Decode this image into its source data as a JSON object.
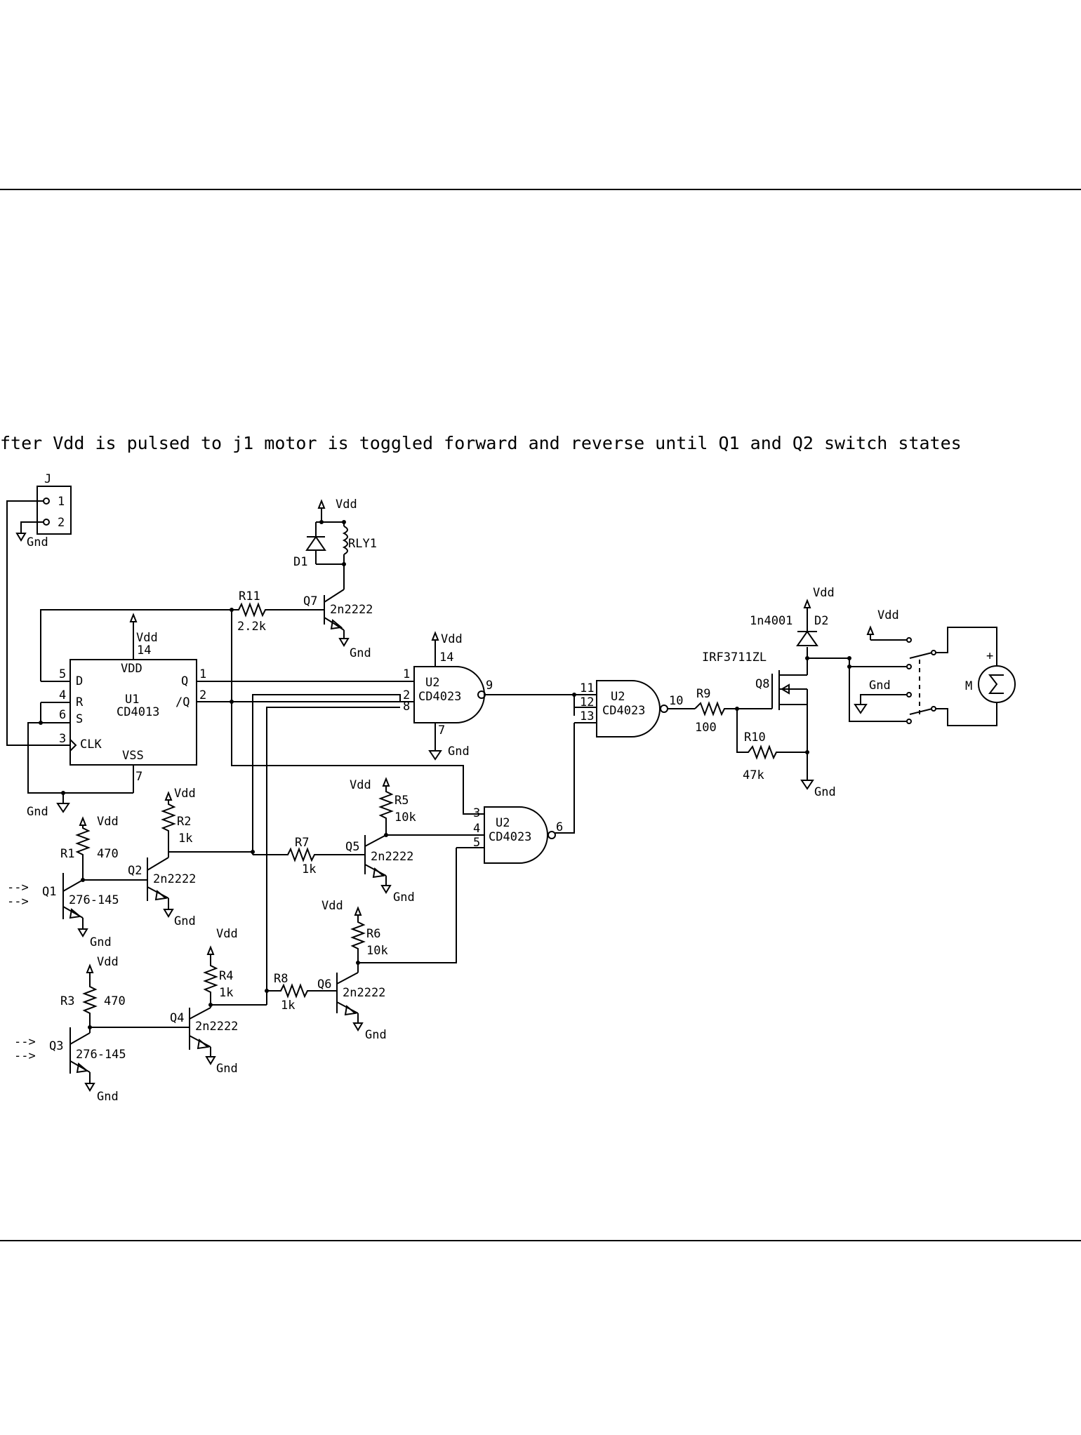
{
  "caption": "fter Vdd is pulsed to j1 motor is toggled forward and reverse until Q1 and Q2 switch states",
  "labels": {
    "vdd": "Vdd",
    "gnd": "Gnd",
    "arrow": "-->",
    "j": "J",
    "j_pin1": "1",
    "j_pin2": "2",
    "d1": "D1",
    "rly1": "RLY1",
    "r11": "R11",
    "r11_val": "2.2k",
    "q7": "Q7",
    "q7_type": "2n2222",
    "u1_pin_vdd": "VDD",
    "u1_pin14": "14",
    "u1": "U1",
    "u1_type": "CD4013",
    "u1_pin_d": "D",
    "u1_pin_r": "R",
    "u1_pin_s": "S",
    "u1_pin_clk": "CLK",
    "u1_pin_vss": "VSS",
    "u1_pin_q": "Q",
    "u1_pin_nq": "/Q",
    "pin5": "5",
    "pin4": "4",
    "pin6": "6",
    "pin3": "3",
    "pin7": "7",
    "pin1": "1",
    "pin2": "2",
    "u2": "U2",
    "u2_type": "CD4023",
    "gate1_in1": "1",
    "gate1_in2": "2",
    "gate1_in3": "8",
    "gate1_vdd": "14",
    "gate1_gnd": "7",
    "gate1_out": "9",
    "gate2_in1": "11",
    "gate2_in2": "12",
    "gate2_in3": "13",
    "gate2_out": "10",
    "gate3_in1": "3",
    "gate3_in2": "4",
    "gate3_in3": "5",
    "gate3_out": "6",
    "r9": "R9",
    "r9_val": "100",
    "r10": "R10",
    "r10_val": "47k",
    "d2_type": "1n4001",
    "d2": "D2",
    "q8_type": "IRF3711ZL",
    "q8": "Q8",
    "motor": "M",
    "motor_plus": "+",
    "r1": "R1",
    "r1_val": "470",
    "q1": "Q1",
    "q1_type": "276-145",
    "r2": "R2",
    "r2_val": "1k",
    "q2": "Q2",
    "q2_type": "2n2222",
    "r7": "R7",
    "r7_val": "1k",
    "q5": "Q5",
    "q5_type": "2n2222",
    "r5": "R5",
    "r5_val": "10k",
    "r3": "R3",
    "r3_val": "470",
    "q3": "Q3",
    "q3_type": "276-145",
    "r4": "R4",
    "r4_val": "1k",
    "q4": "Q4",
    "q4_type": "2n2222",
    "r8": "R8",
    "r8_val": "1k",
    "q6": "Q6",
    "q6_type": "2n2222",
    "r6": "R6",
    "r6_val": "10k"
  }
}
